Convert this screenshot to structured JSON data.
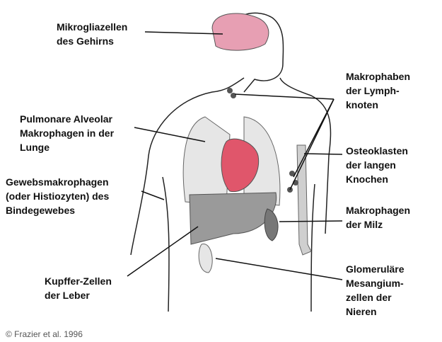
{
  "labels": {
    "microglia": "Mikrogliazellen\ndes Gehirns",
    "alveolar": "Pulmonare Alveolar\nMakrophagen in der\nLunge",
    "tissue": "Gewebsmakrophagen\n(oder Histiozyten) des\nBindegewebes",
    "kupffer": "Kupffer-Zellen\nder Leber",
    "lymph": "Makrophaben\nder Lymph-\nknoten",
    "osteo": "Osteoklasten\nder langen\nKnochen",
    "spleen": "Makrophagen\nder Milz",
    "mesangial": "Glomeruläre\nMesangium-\nzellen der\nNieren"
  },
  "copyright": "© Frazier et al. 1996",
  "colors": {
    "brain": "#e79fb3",
    "heart": "#e0566b",
    "lung": "#e6e6e6",
    "liver": "#9a9a9a",
    "bone": "#cfcfcf"
  }
}
